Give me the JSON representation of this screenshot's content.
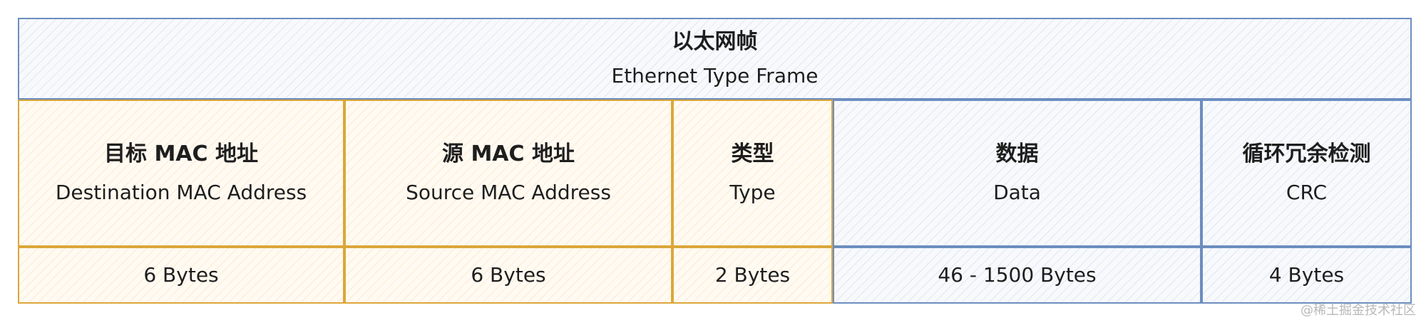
{
  "frame": {
    "title_cn": "以太网帧",
    "title_en": "Ethernet Type Frame"
  },
  "fields": [
    {
      "name_cn": "目标 MAC 地址",
      "name_en": "Destination MAC Address",
      "size": "6 Bytes",
      "color": "#dba73a"
    },
    {
      "name_cn": "源 MAC 地址",
      "name_en": "Source MAC Address",
      "size": "6 Bytes",
      "color": "#dba73a"
    },
    {
      "name_cn": "类型",
      "name_en": "Type",
      "size": "2 Bytes",
      "color": "#dba73a"
    },
    {
      "name_cn": "数据",
      "name_en": "Data",
      "size": "46 - 1500 Bytes",
      "color": "#6c8ebf"
    },
    {
      "name_cn": "循环冗余检测",
      "name_en": "CRC",
      "size": "4 Bytes",
      "color": "#6c8ebf"
    }
  ],
  "colors": {
    "header_border": "#dba73a",
    "data_border": "#6c8ebf",
    "frame_border": "#6c8ebf"
  },
  "watermark": "@稀土掘金技术社区"
}
